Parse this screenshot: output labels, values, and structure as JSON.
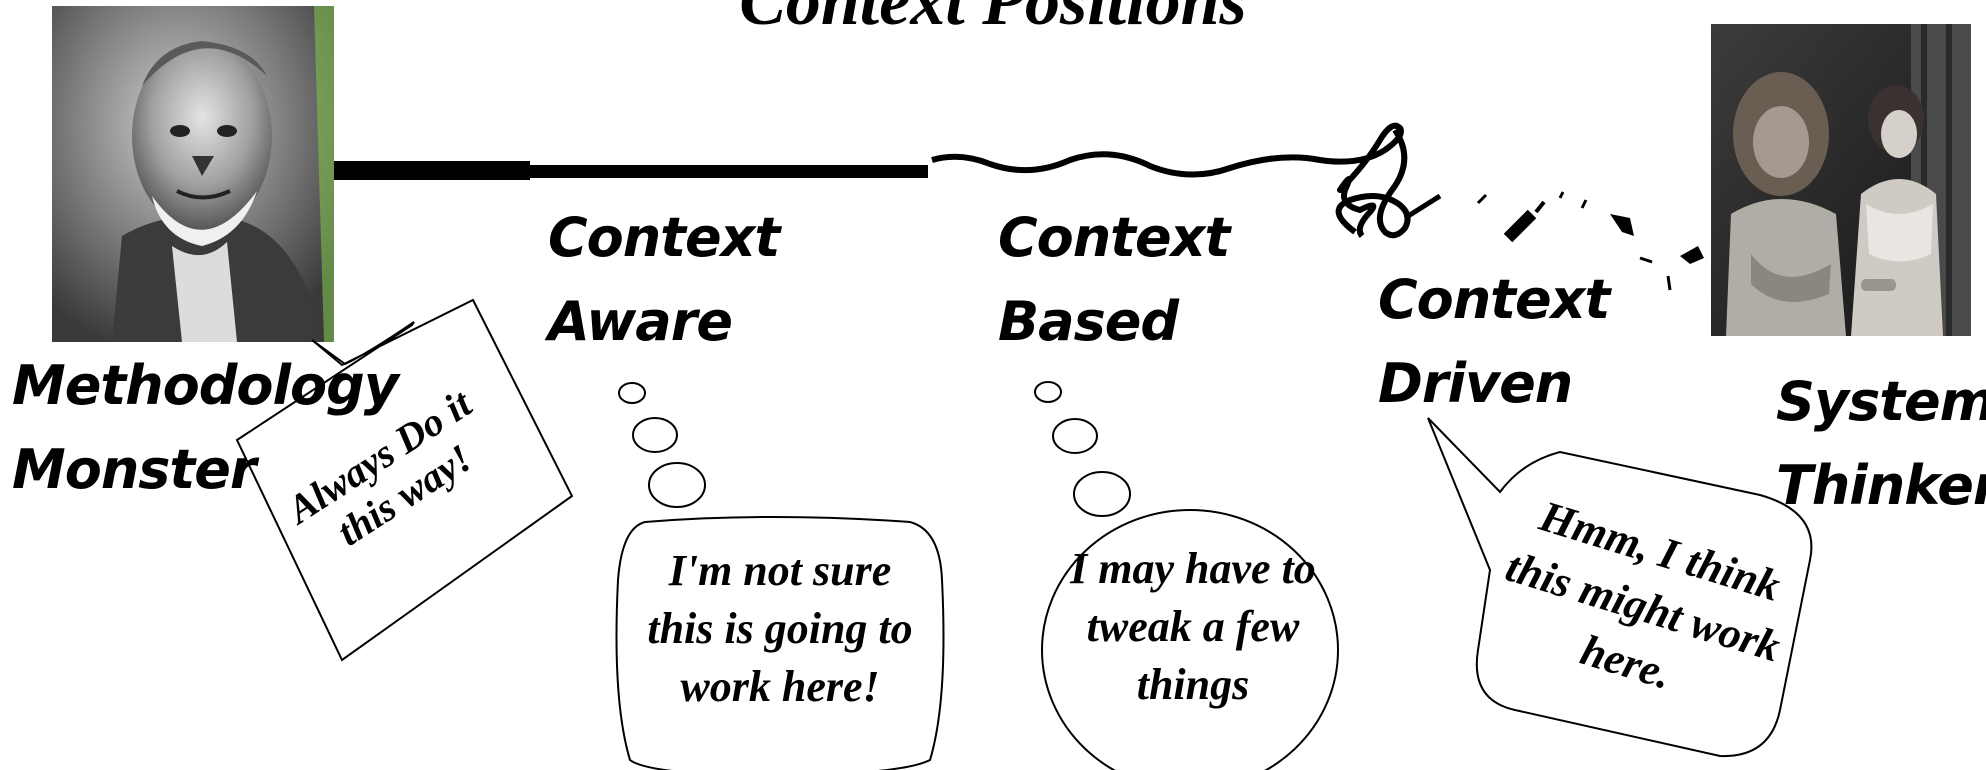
{
  "title": "Context Positions",
  "positions": [
    {
      "line1": "Methodology",
      "line2": "Monster"
    },
    {
      "line1": "Context",
      "line2": "Aware"
    },
    {
      "line1": "Context",
      "line2": "Based"
    },
    {
      "line1": "Context",
      "line2": "Driven"
    },
    {
      "line1": "System",
      "line2": "Thinker"
    }
  ],
  "bubbles": {
    "monster": "Always Do it this way!",
    "aware": "I'm not sure this is going to work here!",
    "based": "I may have to tweak a few things",
    "driven": "Hmm, I think this might work here."
  },
  "images": {
    "left": "werewolf-photo",
    "right": "couple-photo"
  },
  "colors": {
    "ink": "#000000",
    "paper": "#ffffff"
  }
}
